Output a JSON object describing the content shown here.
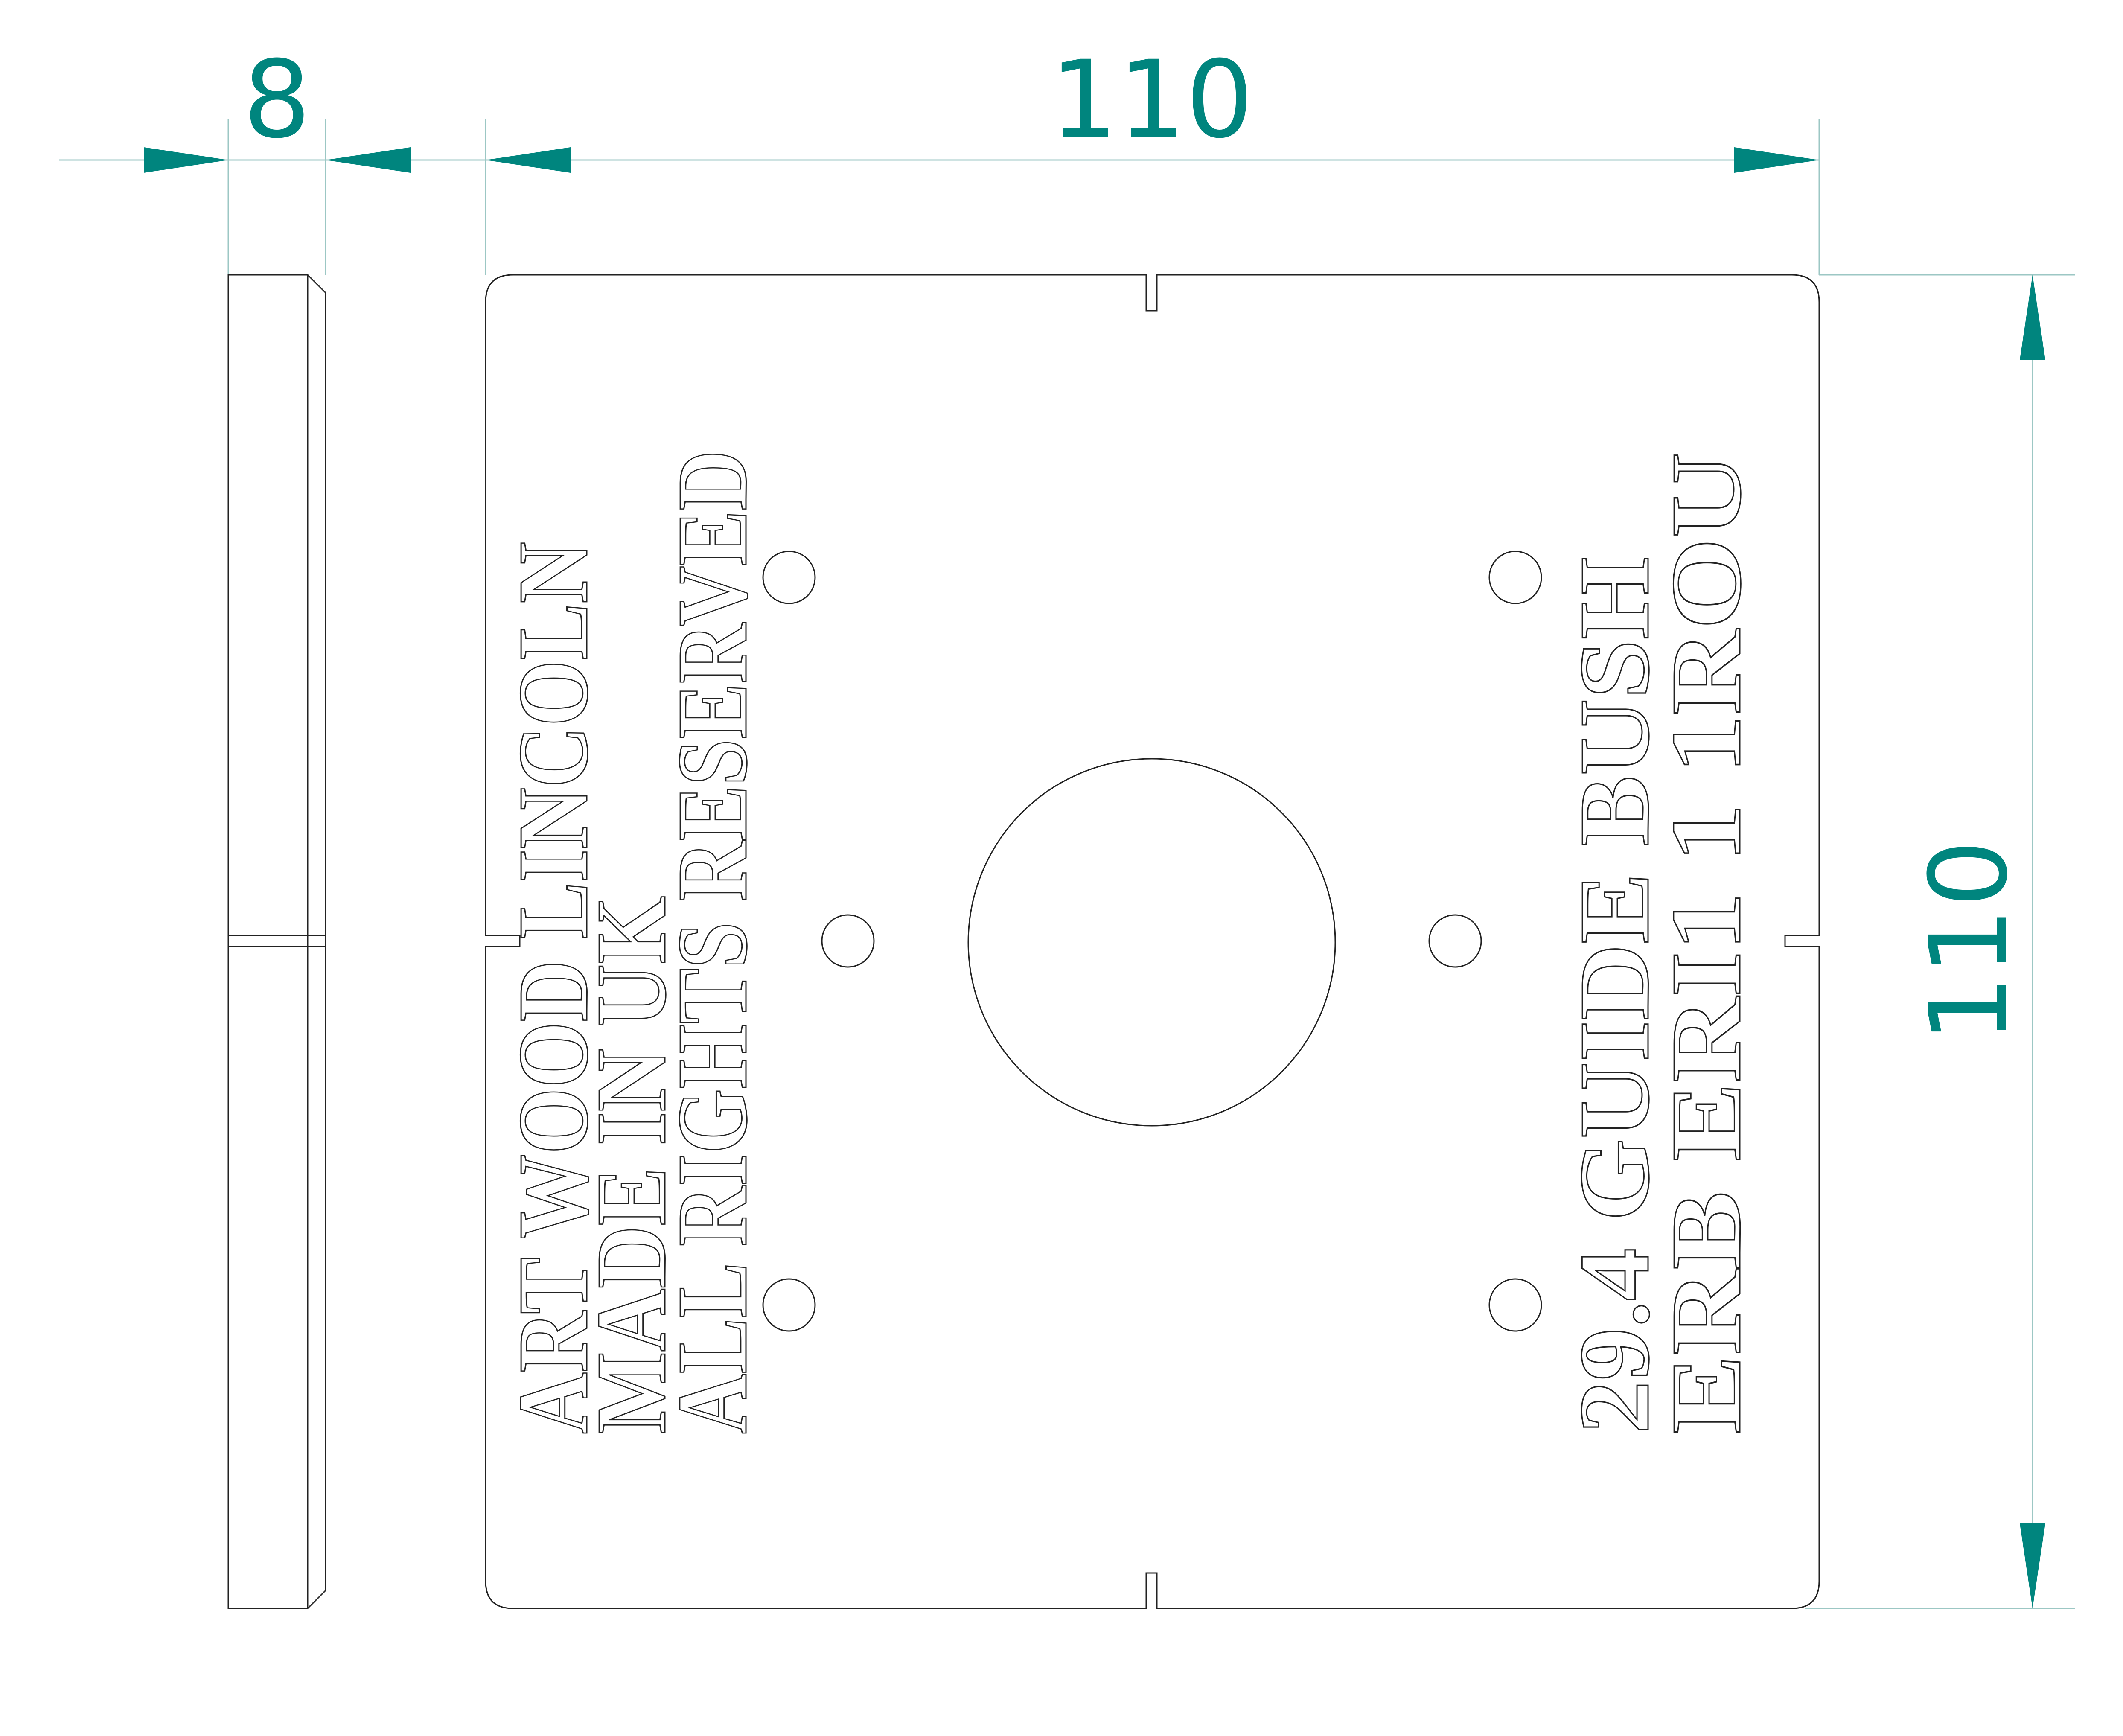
{
  "colors": {
    "dimension": "#00857e",
    "extension_line": "#9cc7c4",
    "outline": "#222222"
  },
  "dimensions": {
    "thickness": "8",
    "width": "110",
    "height": "110"
  },
  "engraving": {
    "left_lines": [
      "ART WOOD LINCOLN",
      "MADE IN UK",
      "ALL RIGHTS RESERVED"
    ],
    "right_lines": [
      "29.4 GUIDE BUSH",
      "ERB ERI1 1 1ROU"
    ]
  }
}
